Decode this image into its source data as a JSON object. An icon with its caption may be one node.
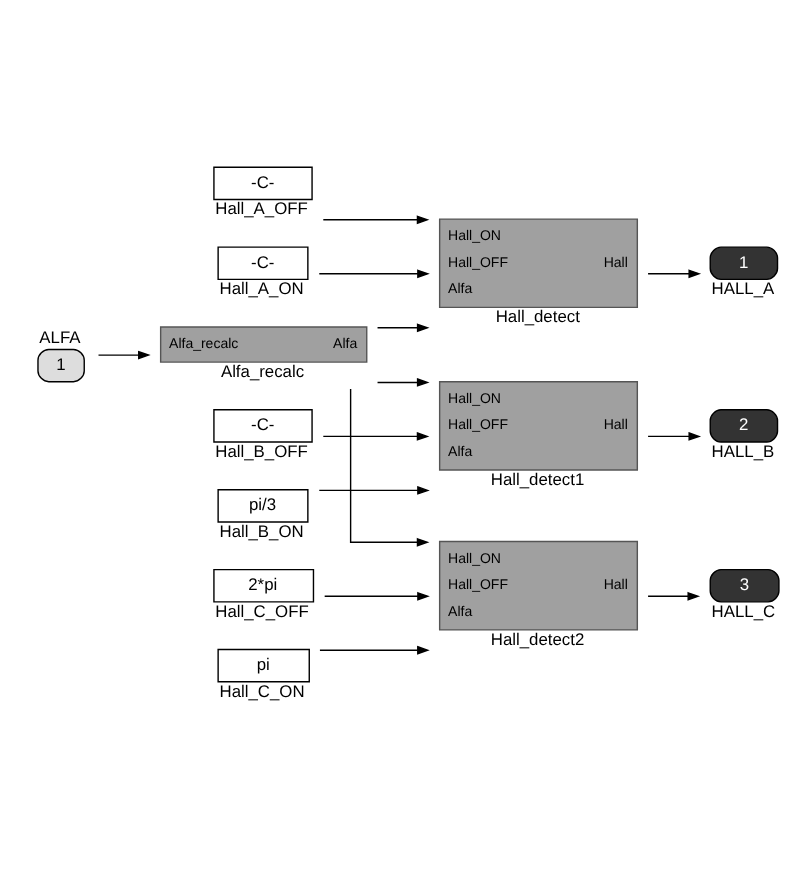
{
  "diagram": {
    "nodes": [
      {
        "text": [
          "-C-"
        ],
        "beside": [
          "Hall_A_ON"
        ]
      },
      {
        "text": [
          "-C-"
        ],
        "beside": [
          "Hall_A_OFF"
        ]
      },
      {
        "text": [
          "pi/3"
        ],
        "beside": [
          "Hall_B_ON"
        ]
      },
      {
        "text": [
          "-C-"
        ],
        "beside": [
          "Hall_B_OFF"
        ]
      },
      {
        "text": [
          "pi"
        ],
        "beside": [
          "Hall_C_ON"
        ]
      },
      {
        "text": [
          "2*pi"
        ],
        "beside": [
          "Hall_C_OFF"
        ]
      },
      {
        "text": [
          "Hall_ON",
          "Hall_OFF",
          "Alfa",
          "Hall"
        ],
        "beside": [
          "Hall_detect"
        ]
      },
      {
        "text": [
          "Hall_ON",
          "Hall_OFF",
          "Alfa",
          "Hall"
        ],
        "beside": [
          "Hall_detect1"
        ]
      },
      {
        "text": [
          "Hall_ON",
          "Hall_OFF",
          "Alfa",
          "Hall"
        ],
        "beside": [
          "Hall_detect2"
        ]
      },
      {
        "text": [
          "Alfa_recalc",
          "Alfa"
        ],
        "beside": [
          "Alfa_recalc"
        ]
      },
      {
        "text": [
          "1"
        ],
        "beside": [
          "HALL_A"
        ]
      },
      {
        "text": [
          "2"
        ],
        "beside": [
          "HALL_B"
        ]
      },
      {
        "text": [
          "3"
        ],
        "beside": [
          "HALL_C"
        ]
      },
      {
        "text": [
          "1"
        ],
        "beside": [
          "ALFA"
        ]
      }
    ],
    "edges": [
      {
        "from": 0,
        "to": 6,
        "arrow": "to"
      },
      {
        "from": 1,
        "to": 6,
        "arrow": "to"
      },
      {
        "from": 9,
        "to": 6,
        "arrow": "to"
      },
      {
        "from": 2,
        "to": 7,
        "arrow": "to"
      },
      {
        "from": 3,
        "to": 7,
        "arrow": "to"
      },
      {
        "from": 9,
        "to": 7,
        "arrow": "to"
      },
      {
        "from": 4,
        "to": 8,
        "arrow": "to"
      },
      {
        "from": 5,
        "to": 8,
        "arrow": "to"
      },
      {
        "from": 9,
        "to": 8,
        "arrow": "to"
      },
      {
        "from": 6,
        "to": 10,
        "arrow": "to"
      },
      {
        "from": 7,
        "to": 11,
        "arrow": "to"
      },
      {
        "from": 8,
        "to": 12,
        "arrow": "to"
      },
      {
        "from": 13,
        "to": 9,
        "arrow": "to"
      }
    ]
  }
}
